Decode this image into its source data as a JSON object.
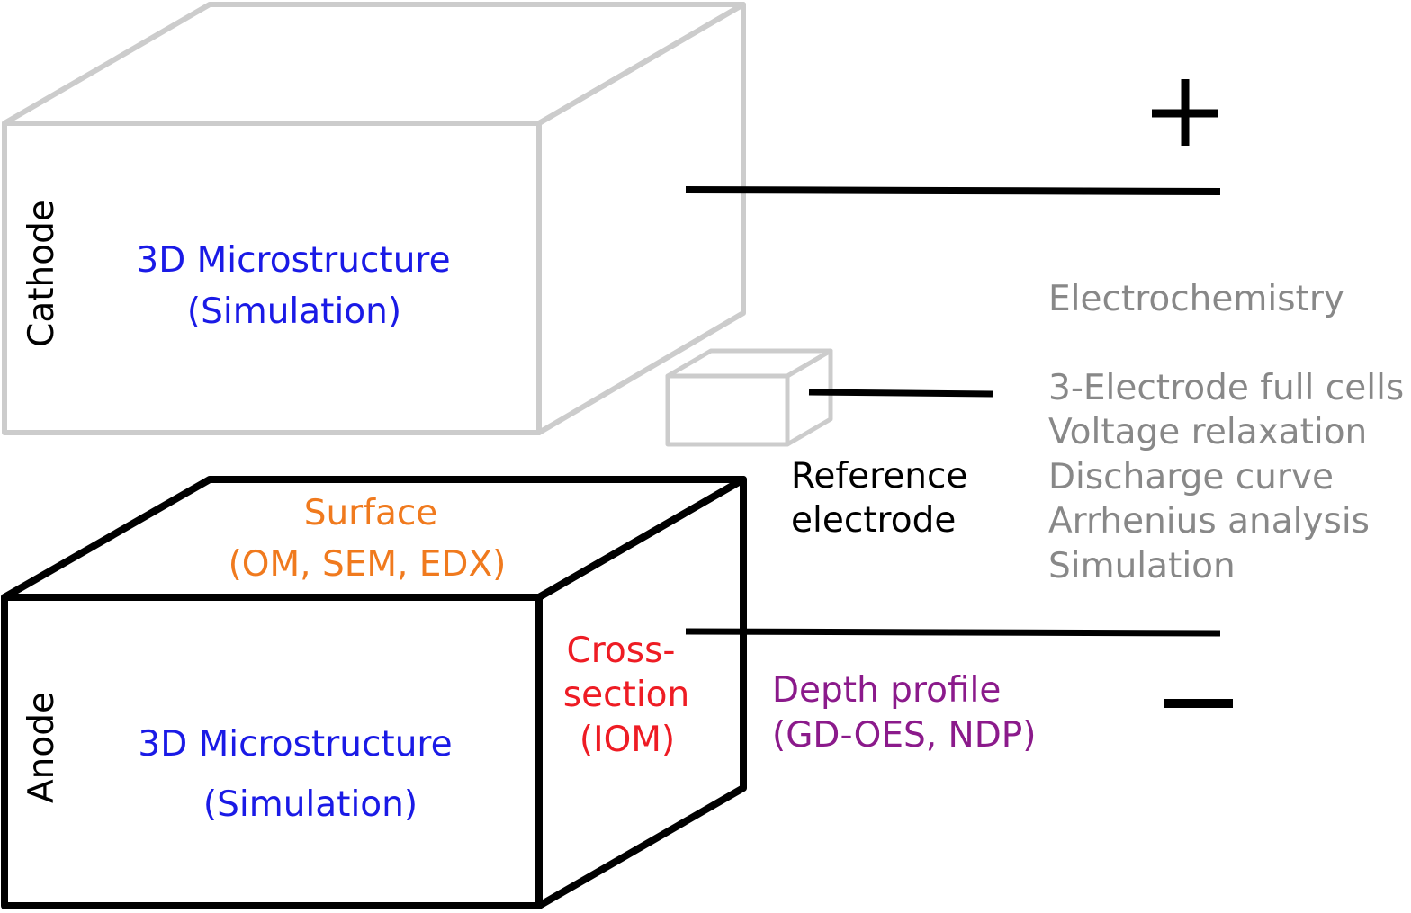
{
  "cathode": {
    "label": "Cathode",
    "microstructure_line1": "3D Microstructure",
    "microstructure_line2": "(Simulation)"
  },
  "anode": {
    "label": "Anode",
    "microstructure_line1": "3D Microstructure",
    "microstructure_line2": "(Simulation)",
    "surface_line1": "Surface",
    "surface_line2": "(OM, SEM, EDX)",
    "cross_section_line1": "Cross-",
    "cross_section_line2": "section",
    "cross_section_line3": "(IOM)"
  },
  "reference": {
    "line1": "Reference",
    "line2": "electrode"
  },
  "depth_profile": {
    "line1": "Depth profile",
    "line2": "(GD-OES, NDP)"
  },
  "electrochemistry": {
    "title": "Electrochemistry",
    "items": [
      "3-Electrode full cells",
      "Voltage relaxation",
      "Discharge curve",
      "Arrhenius analysis",
      "Simulation"
    ]
  },
  "terminals": {
    "plus": "+",
    "minus": "−"
  },
  "colors": {
    "cathode_box": "#cccccc",
    "anode_box": "#000000",
    "microstructure": "#1a1ae6",
    "surface": "#f07a1e",
    "cross_section": "#ee1c24",
    "depth_profile": "#8b1a8b",
    "electrochemistry": "#888888"
  }
}
